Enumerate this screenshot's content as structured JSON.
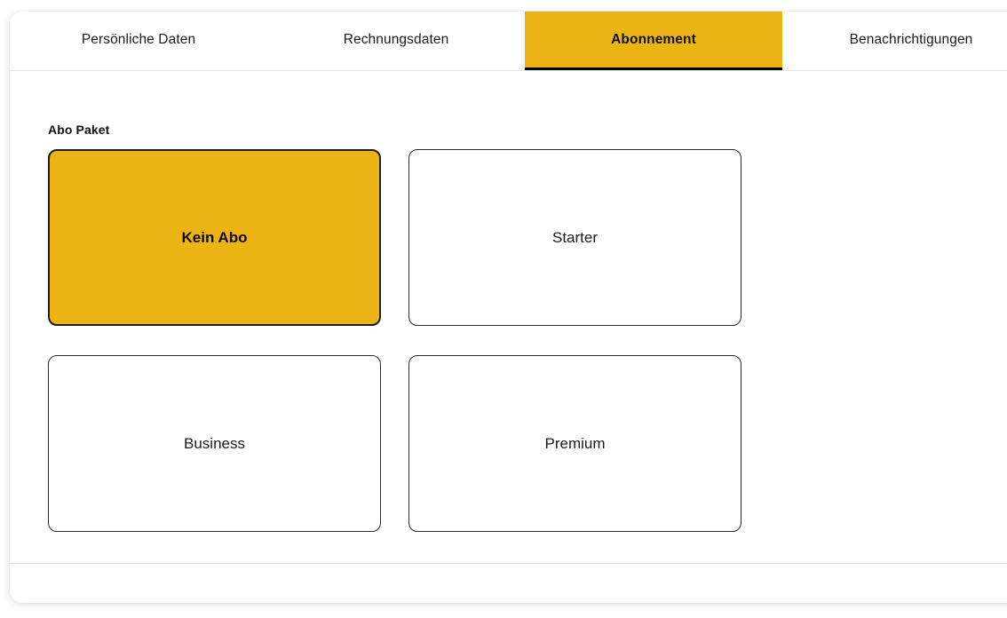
{
  "tabs": [
    {
      "label": "Persönliche Daten",
      "active": false
    },
    {
      "label": "Rechnungsdaten",
      "active": false
    },
    {
      "label": "Abonnement",
      "active": true
    },
    {
      "label": "Benachrichtigungen",
      "active": false
    }
  ],
  "section": {
    "title": "Abo Paket"
  },
  "plans": [
    {
      "label": "Kein Abo",
      "selected": true
    },
    {
      "label": "Starter",
      "selected": false
    },
    {
      "label": "Business",
      "selected": false
    },
    {
      "label": "Premium",
      "selected": false
    }
  ],
  "colors": {
    "accent": "#ECB315",
    "accent_border": "#1a1a1a",
    "card_border": "#2b2b2b",
    "divider": "#e6e6e6",
    "text": "#1b1b1b",
    "panel_bg": "#ffffff"
  }
}
